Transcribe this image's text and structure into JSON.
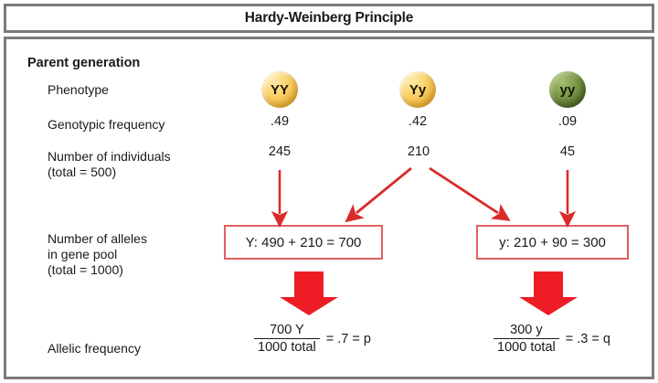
{
  "figure": {
    "title": "Hardy-Weinberg Principle",
    "accent_red": "#d92b2b",
    "box_border_red": "#e06060",
    "frame_gray": "#7a7a7a"
  },
  "labels": {
    "parent_generation": "Parent generation",
    "phenotype": "Phenotype",
    "genotypic_frequency": "Genotypic frequency",
    "number_of_individuals": "Number of individuals\n(total = 500)",
    "number_of_alleles": "Number of alleles\nin gene pool\n(total = 1000)",
    "allelic_frequency": "Allelic frequency"
  },
  "genotypes": [
    {
      "symbol": "YY",
      "color": "yellow",
      "frequency": ".49",
      "individuals": "245"
    },
    {
      "symbol": "Yy",
      "color": "yellow",
      "frequency": ".42",
      "individuals": "210"
    },
    {
      "symbol": "yy",
      "color": "green",
      "frequency": ".09",
      "individuals": "45"
    }
  ],
  "allele_pools": [
    {
      "text": "Y: 490 + 210 = 700"
    },
    {
      "text": "y: 210 + 90 = 300"
    }
  ],
  "allelic_frequencies": [
    {
      "numerator": "700 Y",
      "denominator": "1000 total",
      "result": "= .7 = p"
    },
    {
      "numerator": "300 y",
      "denominator": "1000 total",
      "result": "= .3 = q"
    }
  ],
  "icons": {
    "down_arrow": "down-arrow-icon",
    "diagonal_arrow": "diagonal-arrow-icon",
    "block_arrow": "block-down-arrow-icon"
  }
}
